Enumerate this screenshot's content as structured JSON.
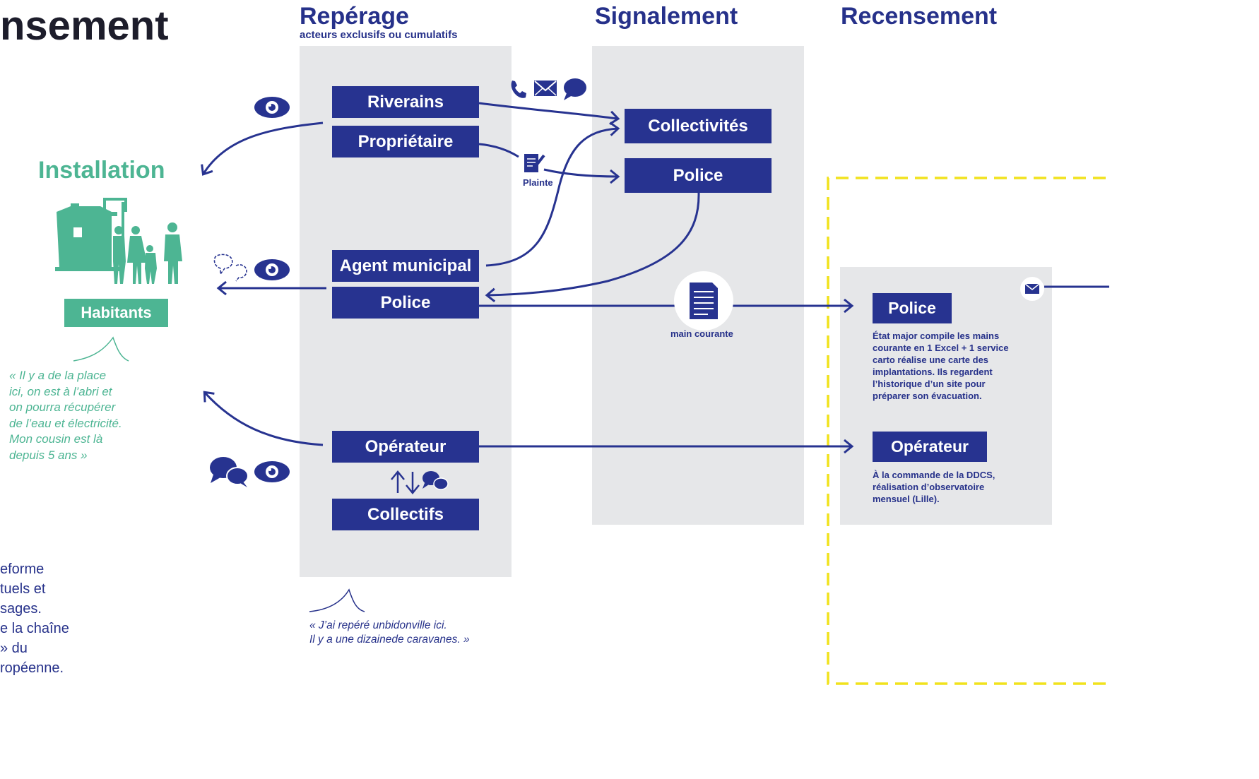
{
  "headings": {
    "recensement_left": "nsement",
    "reperage": "Repérage",
    "reperage_sub": "acteurs exclusifs ou cumulatifs",
    "signalement": "Signalement",
    "recensement": "Recensement"
  },
  "installation": {
    "title": "Installation",
    "habitants_label": "Habitants",
    "quote": [
      "« Il y a de la place",
      "ici, on est à l’abri et",
      "on pourra récupérer",
      "de l’eau et électricité.",
      "Mon cousin est là",
      "depuis 5 ans »"
    ]
  },
  "left_paragraph": [
    "eforme",
    "tuels et",
    "sages.",
    "e la chaîne",
    "» du",
    "ropéenne."
  ],
  "reperage": {
    "riverains": "Riverains",
    "proprietaire": "Propriétaire",
    "agent_municipal": "Agent municipal",
    "police": "Police",
    "operateur": "Opérateur",
    "collectifs": "Collectifs",
    "quote": [
      "« J’ai repéré unbidonville ici.",
      "Il y a une dizainede caravanes. »"
    ]
  },
  "signalement": {
    "collectivites": "Collectivités",
    "police": "Police",
    "plainte_label": "Plainte",
    "main_courante_label": "main courante"
  },
  "recensement": {
    "police_title": "Police",
    "police_desc": [
      "État major compile les mains",
      "courante en 1 Excel + 1 service",
      "carto réalise une carte des",
      "implantations. Ils regardent",
      "l’historique d’un site pour",
      "préparer son évacuation."
    ],
    "operateur_title": "Opérateur",
    "operateur_desc": [
      "À la commande de la DDCS,",
      "réalisation d’observatoire",
      "mensuel (Lille)."
    ]
  },
  "icons": {
    "observation": "eye-icon",
    "phone": "phone-icon",
    "mail": "envelope-icon",
    "chat": "speech-bubble-icon",
    "complaint": "document-pen-icon",
    "report": "document-icon",
    "dialogue": "chat-bubbles-icon",
    "exchange": "up-down-arrows-icon"
  },
  "colors": {
    "navy": "#273390",
    "green": "#4db593",
    "grey_panel": "#e6e7e9",
    "yellow_dash": "#f1e21c"
  }
}
